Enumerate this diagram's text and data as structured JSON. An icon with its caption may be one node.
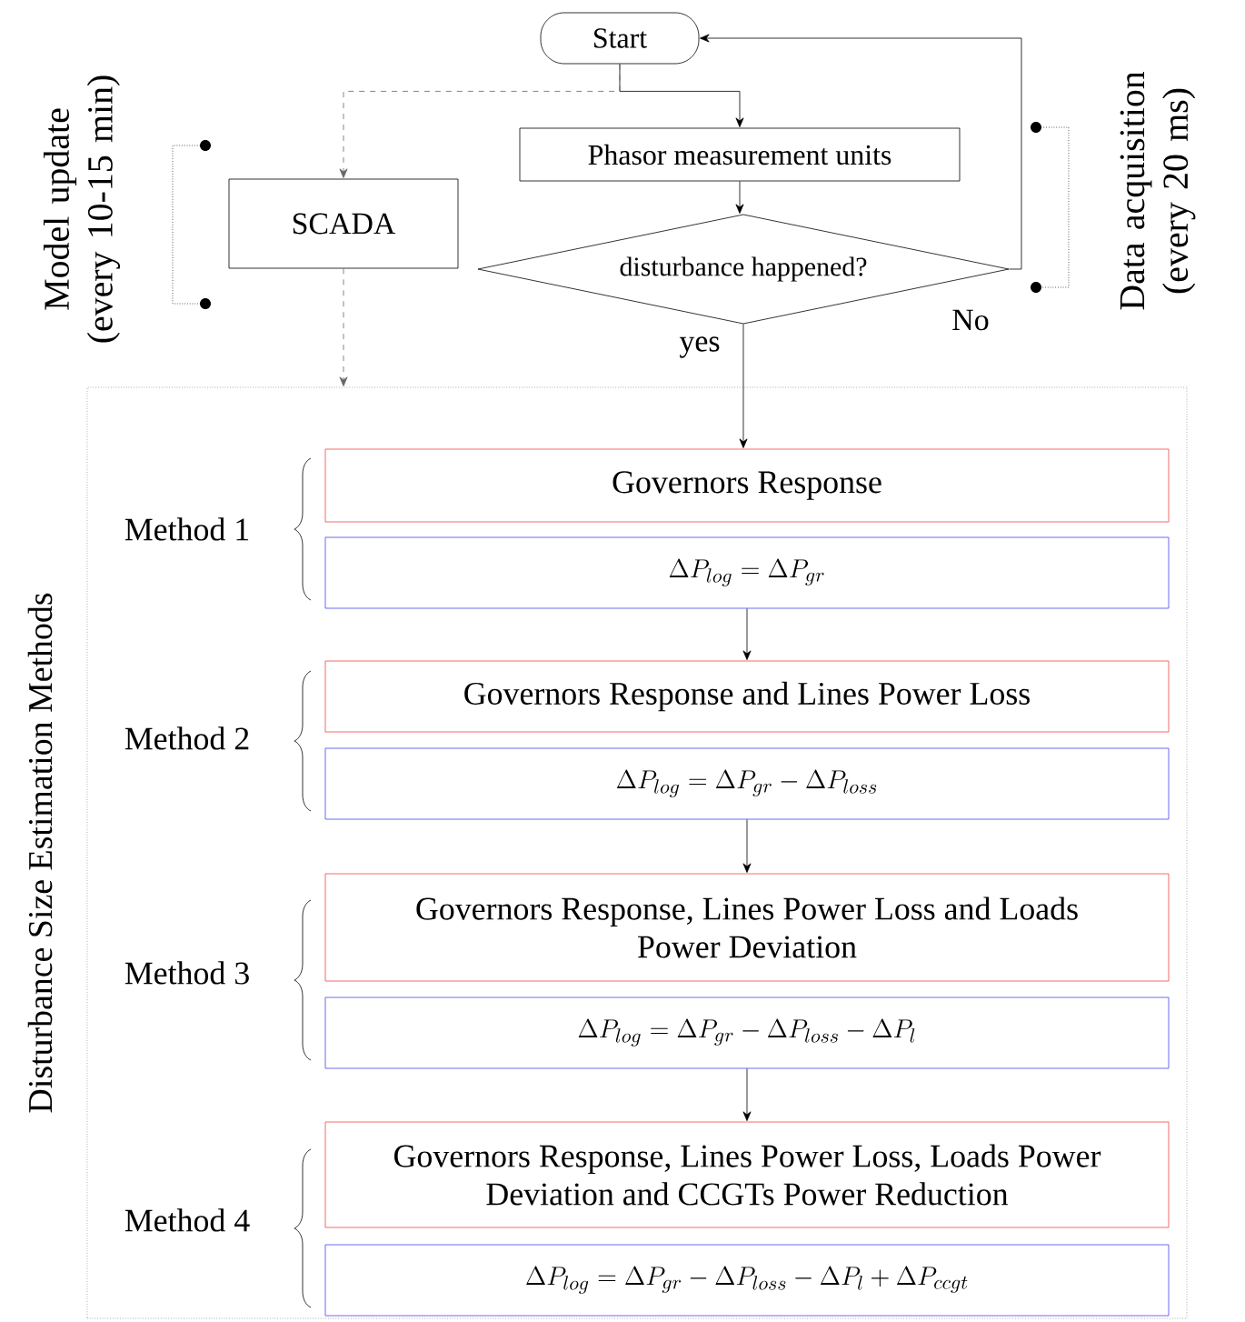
{
  "diagram": {
    "nodes": [
      {
        "text": [
          "Start"
        ]
      },
      {
        "text": [
          "Phasor measurement units"
        ]
      },
      {
        "text": [
          "SCADA"
        ]
      },
      {
        "text": [
          "disturbance happened?"
        ]
      },
      {
        "text": [
          "Disturbance Size Estimation Methods"
        ]
      },
      {
        "text": [
          "Governors Response"
        ],
        "in": 4
      },
      {
        "text": [
          "\\Delta P_{log} = \\Delta P_{gr}"
        ],
        "in": 4
      },
      {
        "text": [
          "Governors Response and Lines Power Loss"
        ],
        "in": 4
      },
      {
        "text": [
          "\\Delta P_{log} = \\Delta P_{gr} - \\Delta P_{loss}"
        ],
        "in": 4
      },
      {
        "text": [
          "Governors Response, Lines Power Loss and Loads Power Deviation"
        ],
        "in": 4
      },
      {
        "text": [
          "\\Delta P_{log} = \\Delta P_{gr} - \\Delta P_{loss} - \\Delta P_{l}"
        ],
        "in": 4
      },
      {
        "text": [
          "Governors Response, Lines Power Loss, Loads Power Deviation and CCGTs Power Reduction"
        ],
        "in": 4
      },
      {
        "text": [
          "\\Delta P_{log} = \\Delta P_{gr} - \\Delta P_{loss} - \\Delta P_{l} + \\Delta P_{ccgt}"
        ],
        "in": 4
      }
    ],
    "edges": [
      {
        "from": 0,
        "to": 1,
        "arrow": "to"
      },
      {
        "from": 0,
        "to": 2,
        "arrow": "to",
        "style": "dashed",
        "color": "#666666"
      },
      {
        "from": 1,
        "to": 3,
        "arrow": "to"
      },
      {
        "from": 3,
        "to": 0,
        "arrow": "to",
        "label": "No"
      },
      {
        "from": 3,
        "to": 5,
        "arrow": "to",
        "label": "yes"
      },
      {
        "from": 2,
        "to": 4,
        "arrow": "to",
        "style": "dashed",
        "color": "#666666"
      },
      {
        "from": 6,
        "to": 7,
        "arrow": "to"
      },
      {
        "from": 8,
        "to": 9,
        "arrow": "to"
      },
      {
        "from": 10,
        "to": 11,
        "arrow": "to"
      }
    ],
    "labels": [
      "Model update (every 10-15 min)",
      "Data acquisition (every 20 ms)",
      "Method 1",
      "Method 2",
      "Method 3",
      "Method 4"
    ]
  }
}
